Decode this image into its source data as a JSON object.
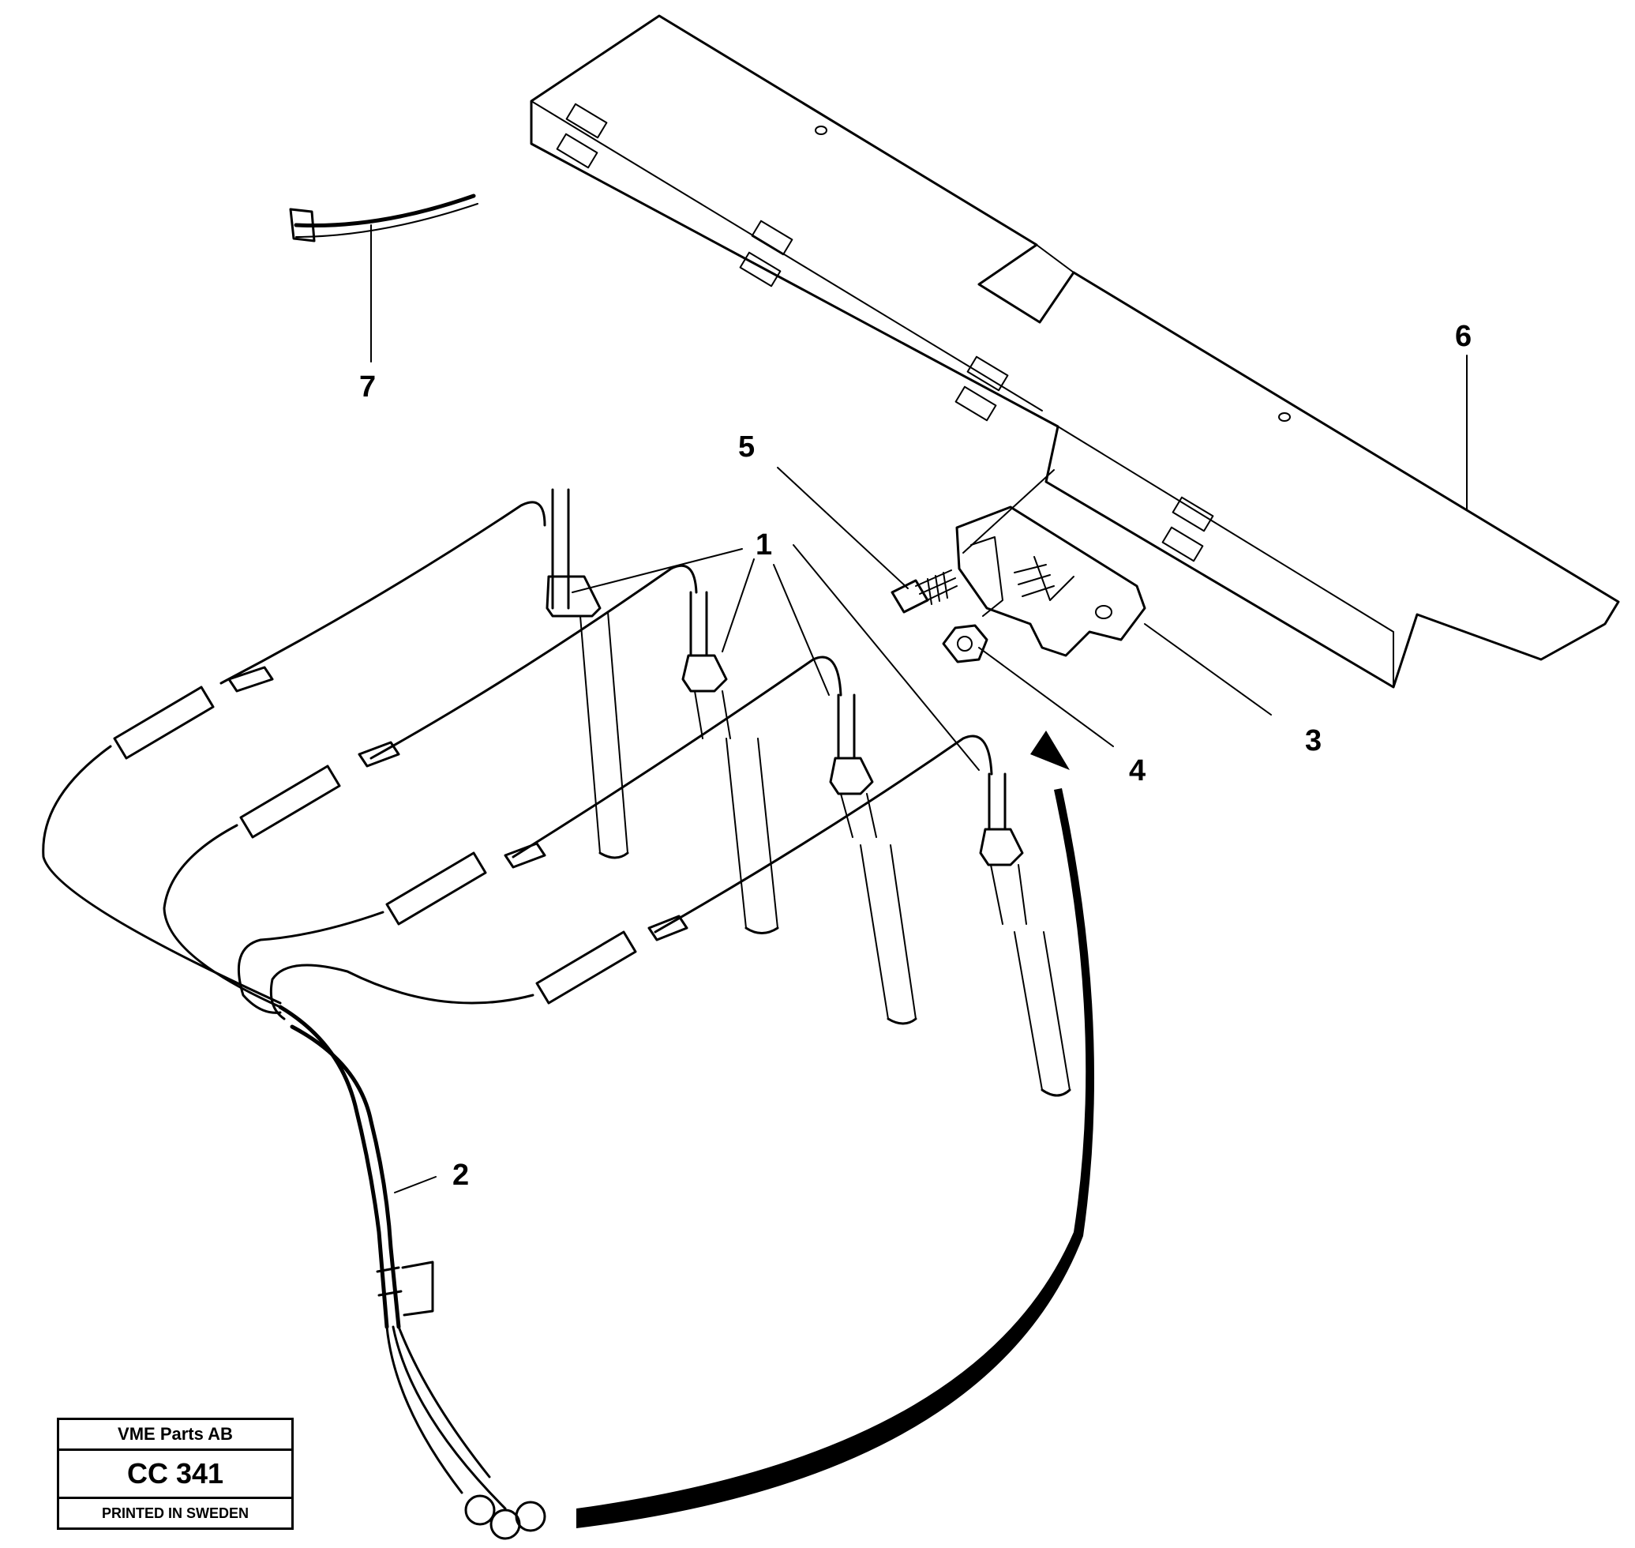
{
  "callouts": {
    "c1": "1",
    "c2": "2",
    "c3": "3",
    "c4": "4",
    "c5": "5",
    "c6": "6",
    "c7": "7"
  },
  "title_block": {
    "company": "VME Parts AB",
    "code": "CC 341",
    "printed": "PRINTED IN SWEDEN"
  }
}
